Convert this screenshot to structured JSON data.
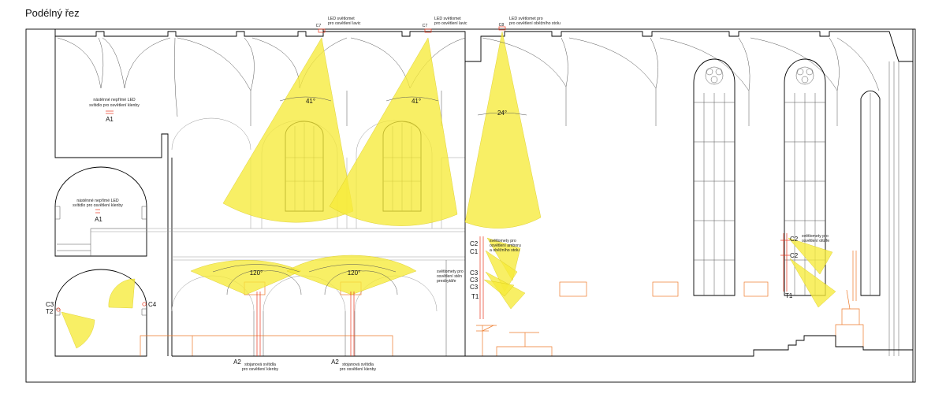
{
  "title": "Podélný řez",
  "angles": {
    "a1": "41°",
    "a2": "41°",
    "a3": "24°",
    "a4": "120°",
    "a5": "120°"
  },
  "top_notes": {
    "c7a_code": "C7",
    "c7a_l1": "LED světlomet",
    "c7a_l2": "pro osvětlení lavic",
    "c7b_code": "C7",
    "c7b_l1": "LED světlomet",
    "c7b_l2": "pro osvětlení lavic",
    "c8_code": "C8",
    "c8_l1": "LED světlomet pro",
    "c8_l2": "pro osvětlení oběžního stolu"
  },
  "inset1": {
    "l1": "nástěnné nepřímé LED",
    "l2": "svítidlo pro osvětlení klenby",
    "code": "A1"
  },
  "inset2": {
    "l1": "nástěnné nepřímé LED",
    "l2": "svítidlo pro osvětlení klenby",
    "code": "A1"
  },
  "inset3": {
    "c3": "C3",
    "t2": "T2",
    "c4": "C4"
  },
  "column_a": {
    "code": "A2",
    "l1": "stojanová svítidla",
    "l2": "pro osvětlení klenby"
  },
  "column_b": {
    "code": "A2",
    "l1": "stojanová svítidla",
    "l2": "pro osvětlení klenby"
  },
  "ambo": {
    "c2": "C2",
    "c1": "C1",
    "l1": "světlomety pro",
    "l2": "osvětlení amboru",
    "l3": "a oběžního stolu"
  },
  "walls": {
    "c3a": "C3",
    "c3b": "C3",
    "c3c": "C3",
    "t1": "T1",
    "l1": "světlomety pro",
    "l2": "osvětlení stěn",
    "l3": "presbytáře"
  },
  "altar": {
    "c2a": "C2",
    "c2b": "C2",
    "t1": "T1",
    "l1": "světlomety pro",
    "l2": "osvětlení oltáře"
  }
}
